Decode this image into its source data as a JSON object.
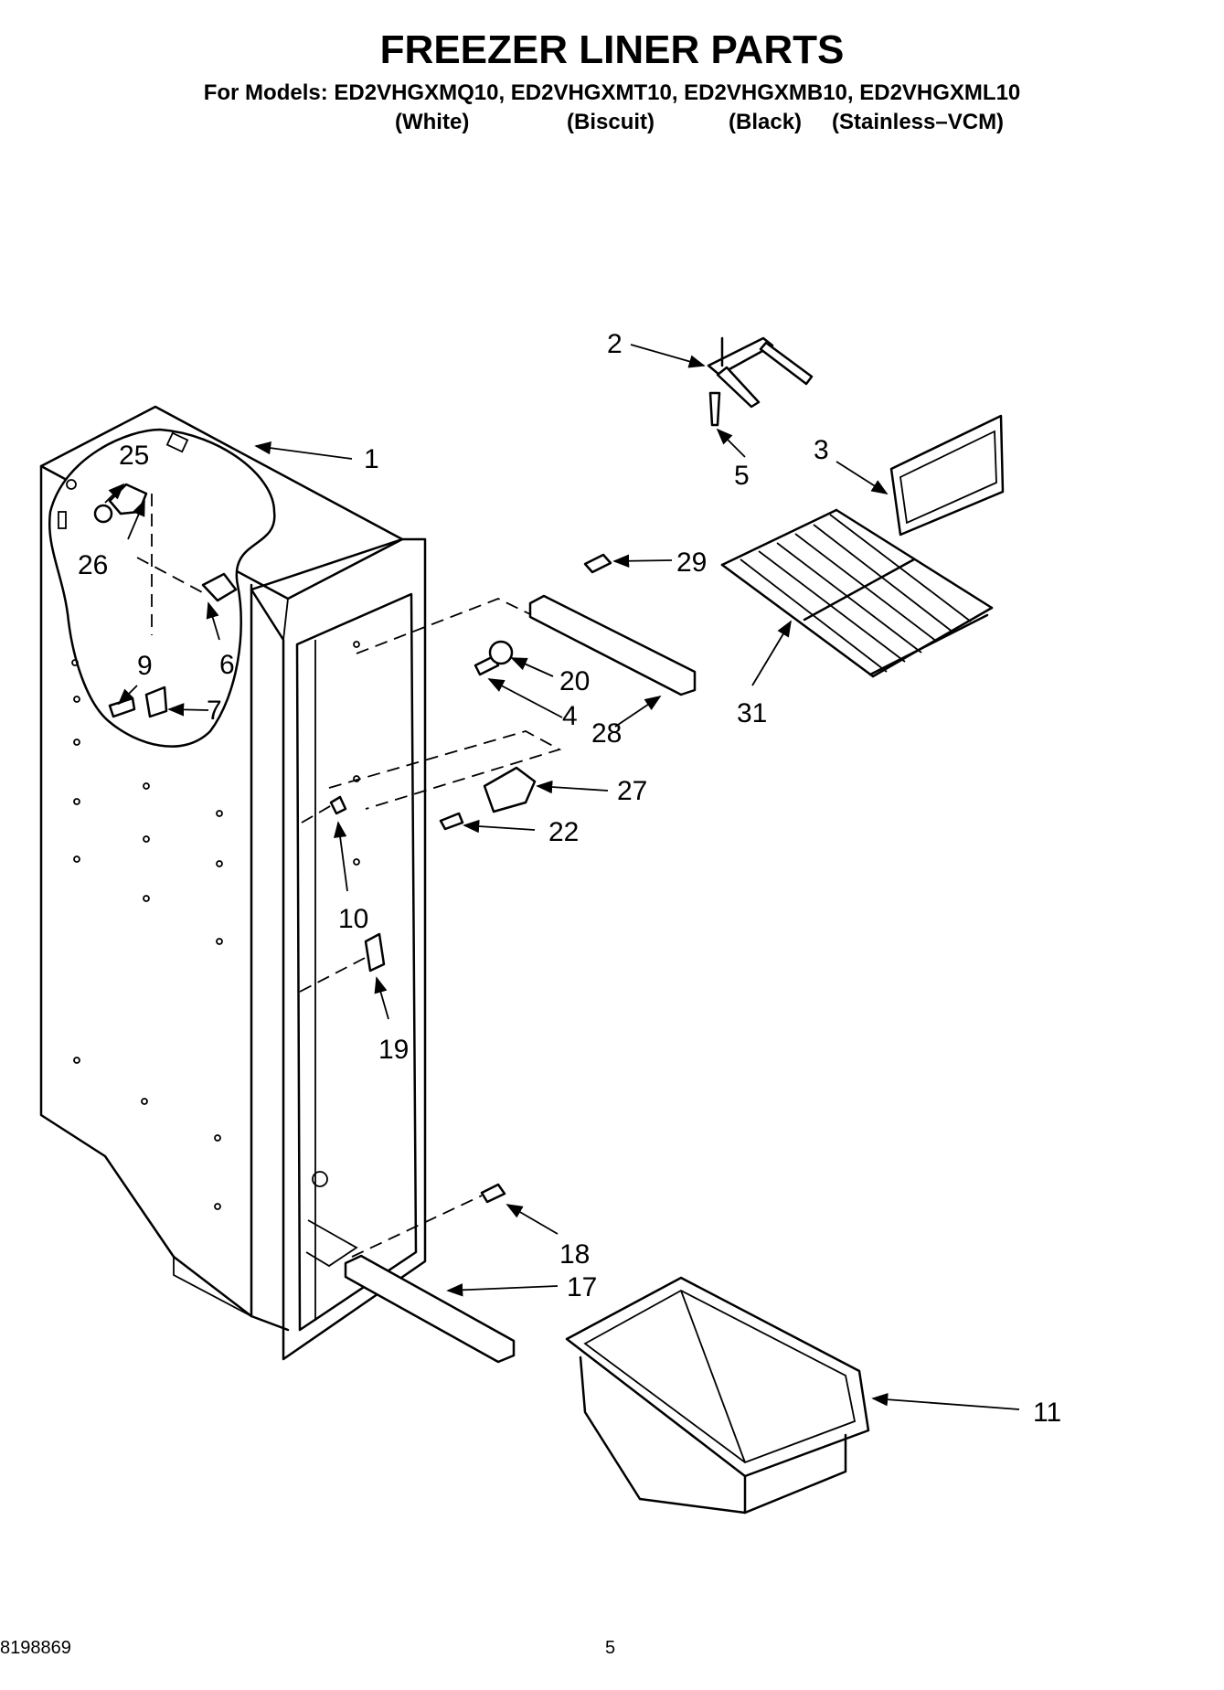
{
  "header": {
    "title": "FREEZER LINER PARTS",
    "models_line": "For Models: ED2VHGXMQ10, ED2VHGXMT10, ED2VHGXMB10, ED2VHGXML10",
    "finishes": [
      "(White)",
      "(Biscuit)",
      "(Black)",
      "(Stainless–VCM)"
    ]
  },
  "callouts": {
    "c1": "1",
    "c2": "2",
    "c3": "3",
    "c4": "4",
    "c5": "5",
    "c6": "6",
    "c7": "7",
    "c9": "9",
    "c10": "10",
    "c11": "11",
    "c17": "17",
    "c18": "18",
    "c19": "19",
    "c20": "20",
    "c22": "22",
    "c25": "25",
    "c26": "26",
    "c27": "27",
    "c28": "28",
    "c29": "29",
    "c31": "31"
  },
  "footer": {
    "doc_number": "8198869",
    "page_number": "5"
  }
}
